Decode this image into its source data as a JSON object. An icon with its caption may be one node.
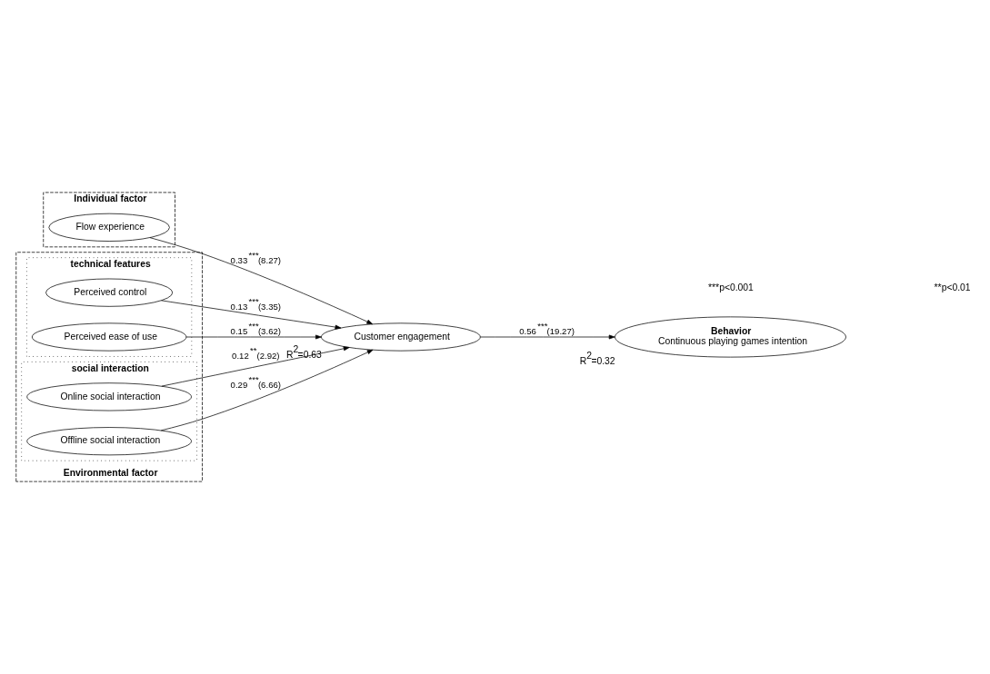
{
  "diagram": {
    "nodes": [
      {
        "text": [
          "Individual factor"
        ]
      },
      {
        "text": [
          "Flow experience"
        ],
        "in": 0
      },
      {
        "text": [
          "Environmental factor"
        ]
      },
      {
        "text": [
          "technical features"
        ],
        "in": 2
      },
      {
        "text": [
          "Perceived control"
        ],
        "in": 3
      },
      {
        "text": [
          "Perceived ease of use"
        ],
        "in": 3
      },
      {
        "text": [
          "social interaction"
        ],
        "in": 2
      },
      {
        "text": [
          "Online social interaction"
        ],
        "in": 6
      },
      {
        "text": [
          "Offline social interaction"
        ],
        "in": 6
      },
      {
        "text": [
          "Customer engagement"
        ],
        "beside": [
          "R$^{2}$=0.63"
        ]
      },
      {
        "text": [
          "Behavior",
          "Continuous playing games intention"
        ],
        "beside": [
          "R$^{2}$=0.32"
        ]
      }
    ],
    "edges": [
      {
        "from": 1,
        "to": 9,
        "arrow": "to",
        "label": "0.33$^{***}$(8.27)"
      },
      {
        "from": 4,
        "to": 9,
        "arrow": "to",
        "label": "0.13$^{***}$(3.35)"
      },
      {
        "from": 5,
        "to": 9,
        "arrow": "to",
        "label": "0.15$^{***}$(3.62)"
      },
      {
        "from": 7,
        "to": 9,
        "arrow": "to",
        "label": "0.12$^{**}$(2.92)"
      },
      {
        "from": 8,
        "to": 9,
        "arrow": "to",
        "label": "0.29$^{***}$(6.66)"
      },
      {
        "from": 9,
        "to": 10,
        "arrow": "to",
        "label": "0.56$^{***}$(19.27)"
      }
    ],
    "labels": [
      "***p<0.001",
      "**p<0.01"
    ]
  }
}
